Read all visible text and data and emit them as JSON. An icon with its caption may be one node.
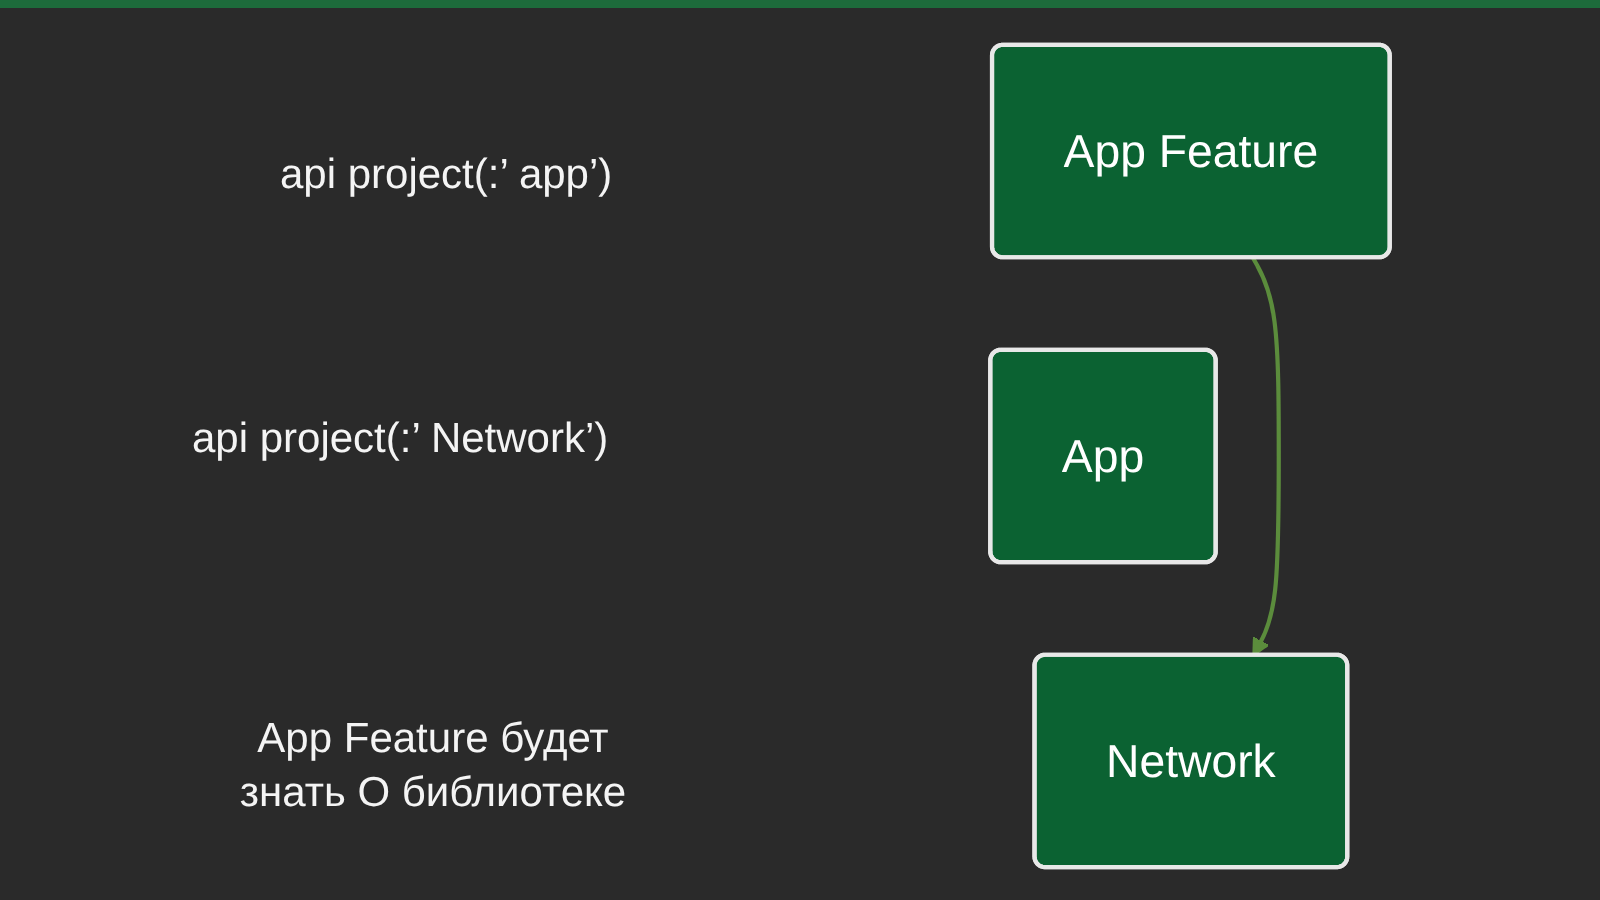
{
  "diagram": {
    "nodes": [
      {
        "text": [
          "App Feature"
        ]
      },
      {
        "text": [
          "App"
        ]
      },
      {
        "text": [
          "Network"
        ]
      }
    ],
    "edges": [
      {
        "from": 0,
        "to": 2,
        "arrow": "to"
      }
    ],
    "labels": [
      "api project(:’ app’)",
      "api project(:’ Network’)",
      "App Feature будет знать О библиотеке"
    ]
  }
}
